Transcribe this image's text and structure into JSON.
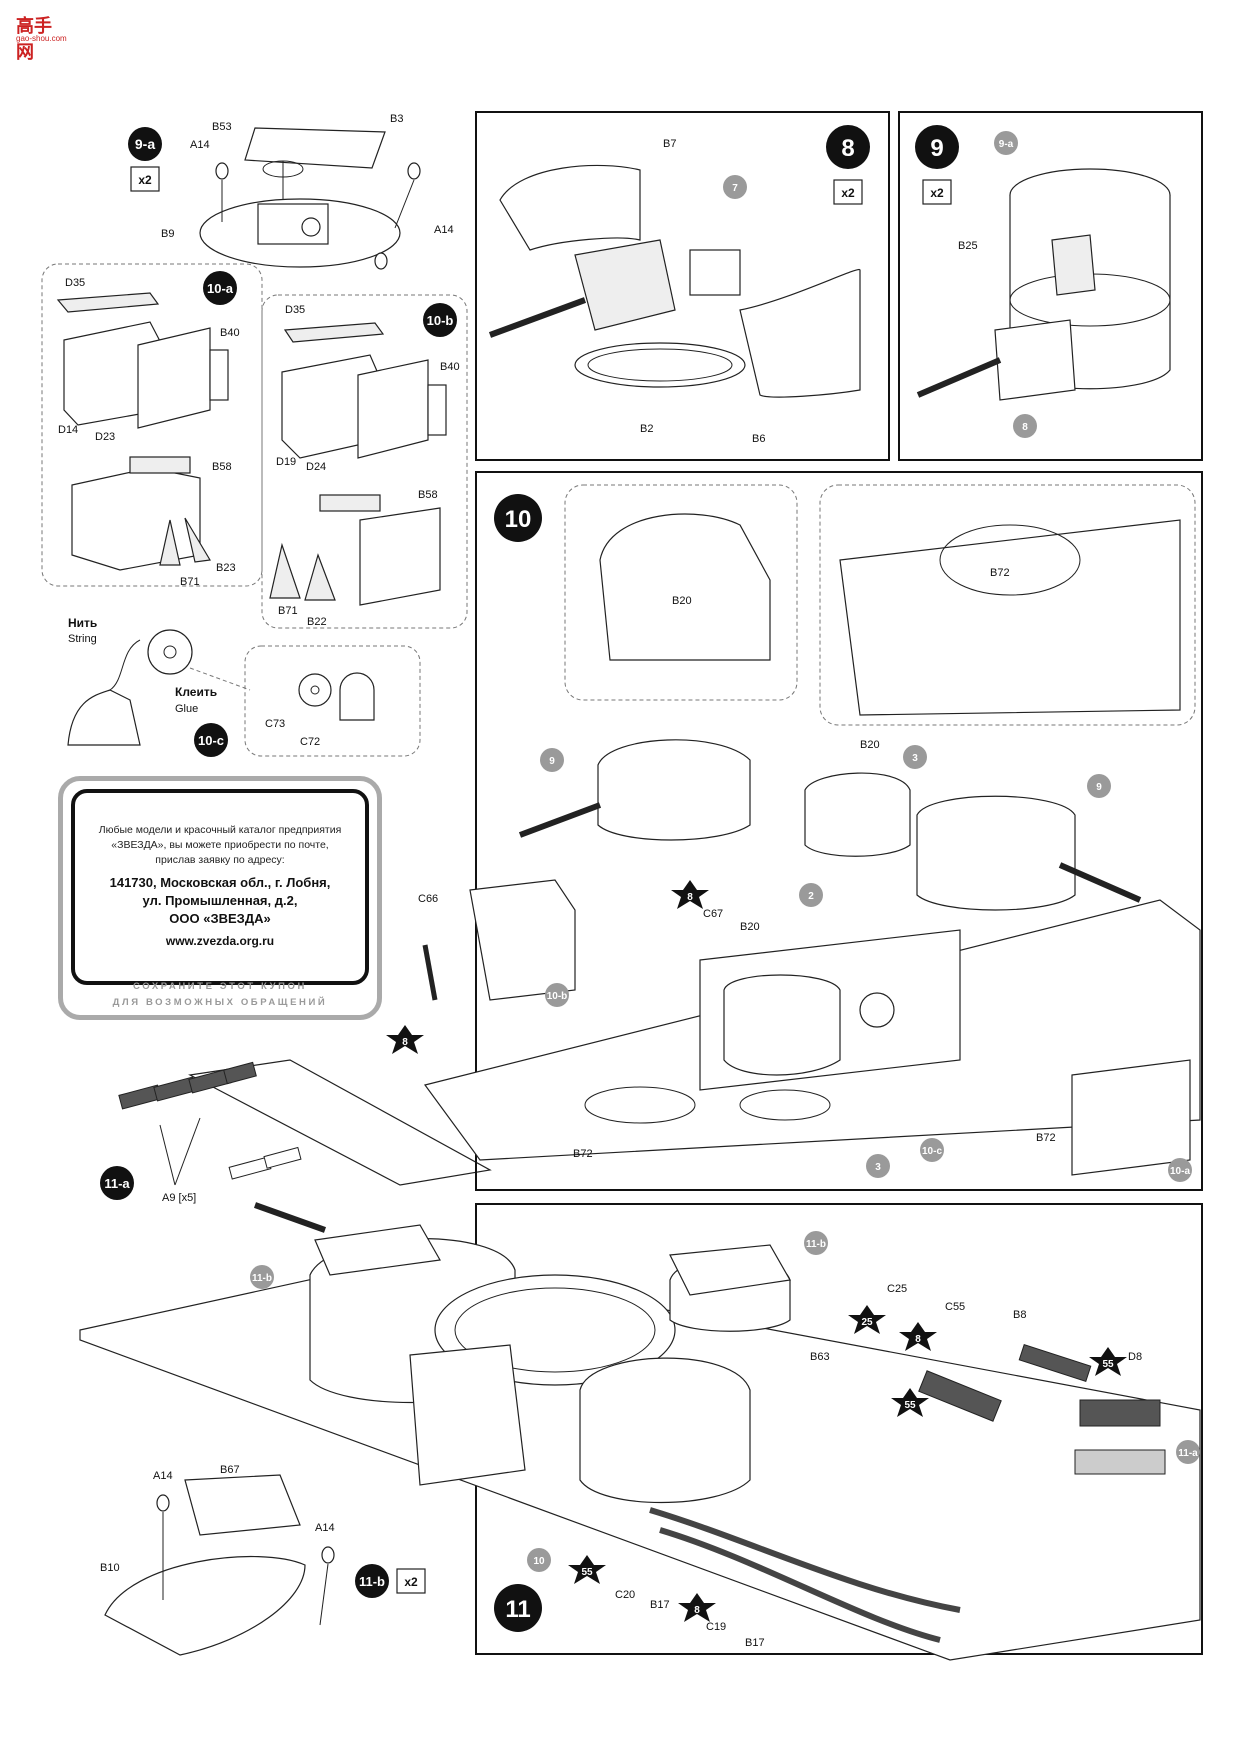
{
  "watermark": {
    "title": "高手网",
    "subtitle": "gao-shou.com"
  },
  "coupon": {
    "line1": "Любые модели и красочный каталог предприятия",
    "line2": "«ЗВЕЗДА», вы можете приобрести по почте,",
    "line3": "прислав заявку по адресу:",
    "addr1": "141730, Московская обл., г. Лобня,",
    "addr2": "ул. Промышленная, д.2,",
    "addr3": "ООО «ЗВЕЗДА»",
    "url": "www.zvezda.org.ru",
    "foot1": "СОХРАНИТЕ ЭТОТ КУПОН",
    "foot2": "ДЛЯ ВОЗМОЖНЫХ ОБРАЩЕНИЙ"
  },
  "steps": {
    "s9a": "9-a",
    "s10a": "10-a",
    "s10b": "10-b",
    "s10c": "10-c",
    "s11a": "11-a",
    "s11b": "11-b",
    "s8": "8",
    "s9": "9",
    "s10": "10",
    "s11": "11"
  },
  "multipliers": {
    "x2": "x2"
  },
  "glue_labels": {
    "string_ru": "Нить",
    "string_en": "String",
    "glue_ru": "Клеить",
    "glue_en": "Glue"
  },
  "sub_refs": {
    "r9a": "9-a",
    "r7": "7",
    "r8": "8",
    "r9": "9",
    "r3": "3",
    "r2": "2",
    "r10": "10",
    "r10a": "10-a",
    "r10b": "10-b",
    "r10c": "10-c",
    "r11a": "11-a",
    "r11b": "11-b"
  },
  "paint_refs": {
    "p8": "8",
    "p25": "25",
    "p55": "55"
  },
  "parts": {
    "B53": "B53",
    "B3": "B3",
    "A14": "A14",
    "B9": "B9",
    "D35": "D35",
    "B40": "B40",
    "D14": "D14",
    "D23": "D23",
    "B58": "B58",
    "B23": "B23",
    "B71": "B71",
    "D19": "D19",
    "D24": "D24",
    "B22": "B22",
    "C73": "C73",
    "C72": "C72",
    "A9": "A9 [x5]",
    "B7": "B7",
    "B2": "B2",
    "B6": "B6",
    "B25": "B25",
    "B20": "B20",
    "B72": "B72",
    "C66": "C66",
    "C67": "C67",
    "B67": "B67",
    "B10": "B10",
    "C25": "C25",
    "C55": "C55",
    "B8": "B8",
    "B63": "B63",
    "D8": "D8",
    "C20": "C20",
    "B17": "B17",
    "C19": "C19"
  }
}
